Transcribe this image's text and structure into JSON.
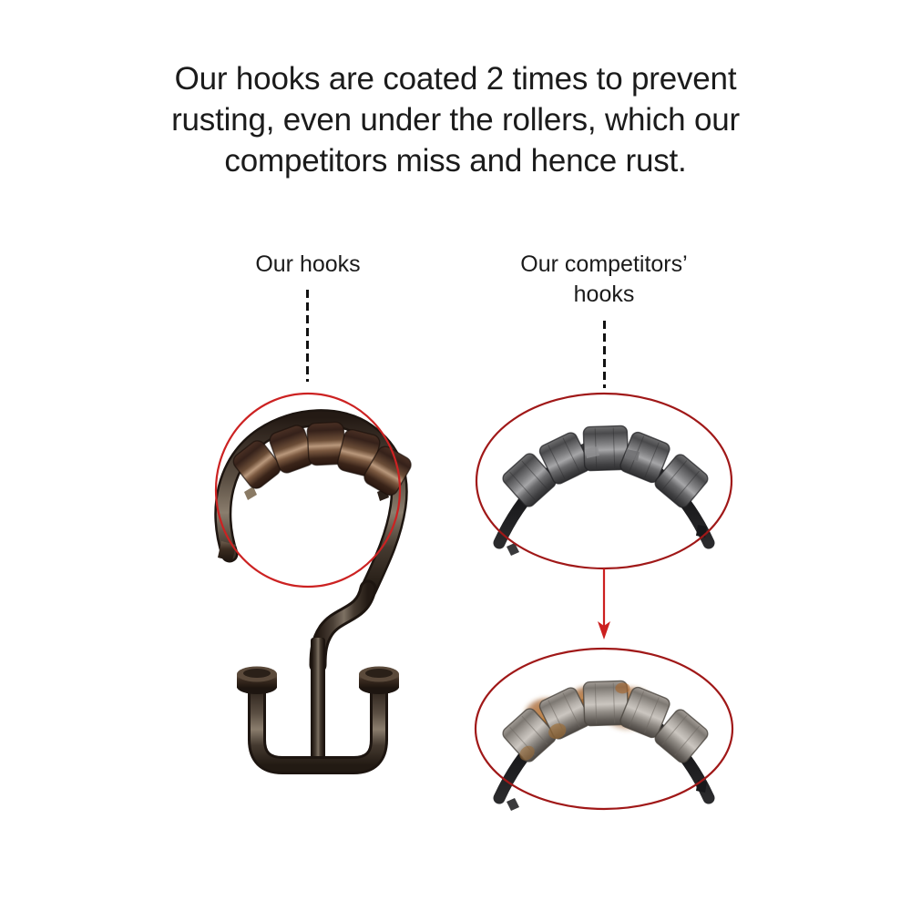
{
  "headline": {
    "line1": "Our hooks are coated 2 times to prevent",
    "line2": "rusting, even under the rollers, which our",
    "line3": "competitors miss and hence rust."
  },
  "labels": {
    "ours": "Our hooks",
    "competitors_line1": "Our competitors’",
    "competitors_line2": "hooks"
  },
  "callouts": {
    "ours": {
      "leader_style": "dashed-vertical",
      "leader_color": "#111111",
      "highlight_shape": "ellipse",
      "highlight_color": "#cc2222"
    },
    "competitors": {
      "leader_style": "dashed-vertical",
      "leader_color": "#111111",
      "highlight_shape": "ellipse",
      "highlight_color": "#a01818"
    },
    "arrow": {
      "direction": "down",
      "color": "#cc2020",
      "meaning": "rust-detail-zoom"
    }
  },
  "products": {
    "our_hook": {
      "name": "double shower curtain hook with rollers",
      "finish": "oil-rubbed bronze",
      "roller_count": 5,
      "roller_color": "#3a2419",
      "roller_highlight": "#b08f73",
      "body_color": "#3b3128",
      "rust_present": false
    },
    "competitor_hook_clean": {
      "name": "competitor hook rollers",
      "finish": "bare grey metal",
      "roller_count": 5,
      "roller_color": "#565656",
      "roller_highlight": "#9a9a9a",
      "body_color": "#1d1d1f",
      "rust_present": false
    },
    "competitor_hook_rusted": {
      "name": "competitor hook rollers with rust",
      "finish": "bare grey metal with corrosion",
      "roller_count": 5,
      "roller_color": "#8f8a86",
      "roller_highlight": "#bdb8b3",
      "body_color": "#2a2724",
      "rust_color": "#a8642a",
      "rust_highlight": "#c4823c",
      "rust_present": true
    }
  },
  "colors": {
    "background": "#ffffff",
    "text": "#1b1b1b",
    "accent_red": "#cc2020"
  }
}
